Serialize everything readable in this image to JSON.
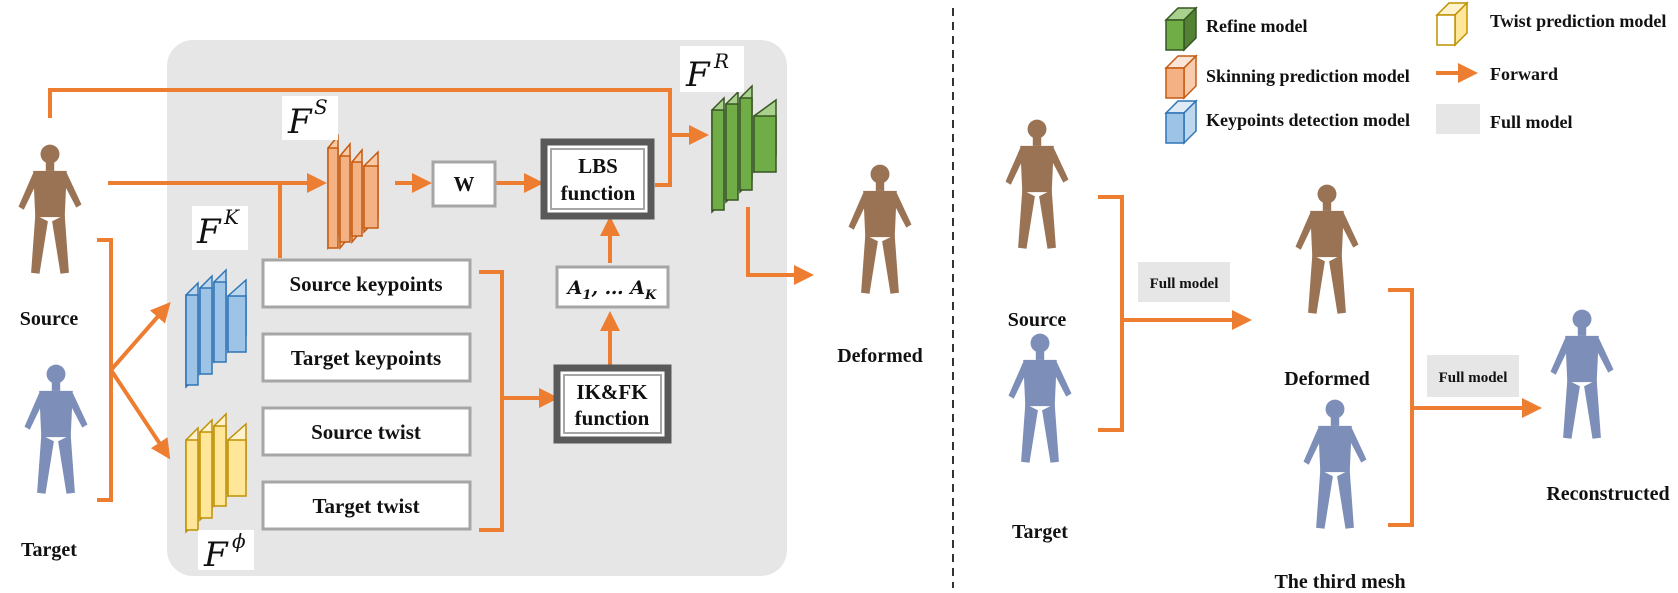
{
  "labels": {
    "source": "Source",
    "target": "Target",
    "deformed": "Deformed",
    "source_right": "Source",
    "target_right": "Target",
    "deformed_right": "Deformed",
    "third_mesh": "The third mesh",
    "reconstructed": "Reconstructed"
  },
  "boxes": {
    "w": "W",
    "lbs_line1": "LBS",
    "lbs_line2": "function",
    "ik_line1": "IK&FK",
    "ik_line2": "function",
    "transforms": "A",
    "transforms_sub1": "1",
    "transforms_mid": ", … A",
    "transforms_subk": "K",
    "source_keypoints": "Source keypoints",
    "target_keypoints": "Target keypoints",
    "source_twist": "Source twist",
    "target_twist": "Target twist",
    "full_model_1": "Full model",
    "full_model_2": "Full model"
  },
  "symbols": {
    "script_f": "F",
    "refine_sup": "R",
    "skinning_sup": "S",
    "keypoints_sup": "K",
    "twist_sup": "ϕ"
  },
  "legend": {
    "refine": "Refine model",
    "skinning": "Skinning prediction model",
    "keypoints": "Keypoints detection model",
    "twist": "Twist prediction model",
    "forward": "Forward",
    "full": "Full model"
  },
  "colors": {
    "arrow": "#ed7d31",
    "refine": "#70ad47",
    "skinning": "#f4b183",
    "keypoints": "#9dc3e6",
    "twist": "#ffe699",
    "panel": "#e6e6e6",
    "source_mesh": "#9a7355",
    "target_mesh": "#7d8fb8"
  }
}
